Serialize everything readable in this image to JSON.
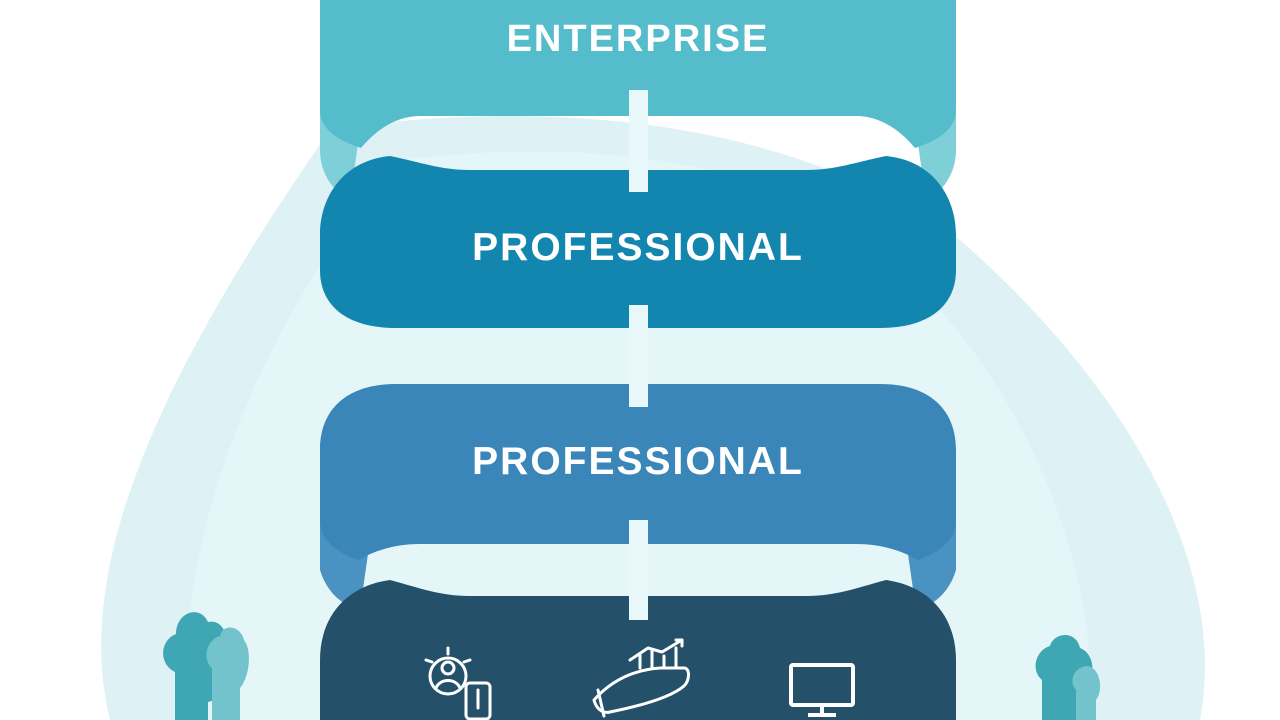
{
  "tiers": [
    {
      "label": "ENTERPRISE",
      "color": "#55bccb"
    },
    {
      "label": "PROFESSIONAL",
      "color": "#1386b0"
    },
    {
      "label": "PROFESSIONAL",
      "color": "#3a86b9"
    },
    {
      "label": "",
      "color": "#24506a"
    }
  ],
  "background": {
    "shape_color": "#d3eef3",
    "shape_color_light": "#e6f6f9",
    "tree_color_dark": "#3fa6b3",
    "tree_color_light": "#73c3cd"
  },
  "icons": [
    {
      "name": "settings-user-phone-icon"
    },
    {
      "name": "growth-chart-hand-icon"
    },
    {
      "name": "monitor-icon"
    }
  ]
}
